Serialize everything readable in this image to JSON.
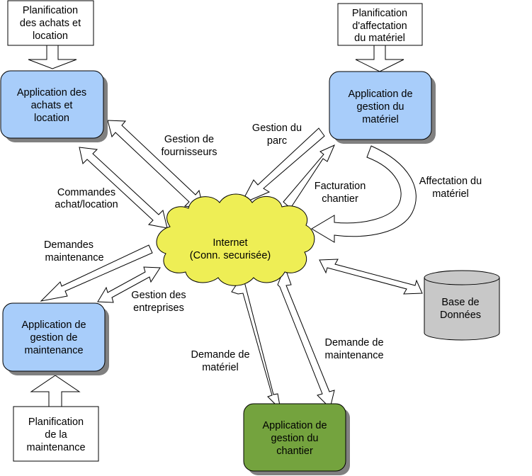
{
  "diagram": {
    "planning_boxes": {
      "achats": [
        "Planification",
        "des achats et",
        "location"
      ],
      "materiel": [
        "Planification",
        "d'affectation",
        "du matériel"
      ],
      "maintenance": [
        "Planification",
        "de la",
        "maintenance"
      ]
    },
    "applications": {
      "achats": [
        "Application des",
        "achats et",
        "location"
      ],
      "materiel": [
        "Application de",
        "gestion du",
        "matériel"
      ],
      "maintenance": [
        "Application de",
        "gestion de",
        "maintenance"
      ],
      "chantier": [
        "Application de",
        "gestion du",
        "chantier"
      ]
    },
    "internet": [
      "Internet",
      "(Conn. securisée)"
    ],
    "database": [
      "Base de",
      "Données"
    ],
    "flow_labels": {
      "gestion_fournisseurs": [
        "Gestion de",
        "fournisseurs"
      ],
      "commandes": [
        "Commandes",
        "achat/location"
      ],
      "gestion_parc": [
        "Gestion du",
        "parc"
      ],
      "facturation": [
        "Facturation",
        "chantier"
      ],
      "affectation": [
        "Affectation du",
        "matériel"
      ],
      "demandes_maintenance": [
        "Demandes",
        "maintenance"
      ],
      "gestion_entreprises": [
        "Gestion des",
        "entreprises"
      ],
      "demande_materiel": [
        "Demande de",
        "matériel"
      ],
      "demande_maintenance": [
        "Demande de",
        "maintenance"
      ]
    },
    "colors": {
      "app_blue": "#a8cdfa",
      "app_green": "#74a33e",
      "cloud_yellow": "#eeee55",
      "database_gray": "#c8c8c8",
      "shadow": "#808080"
    }
  }
}
